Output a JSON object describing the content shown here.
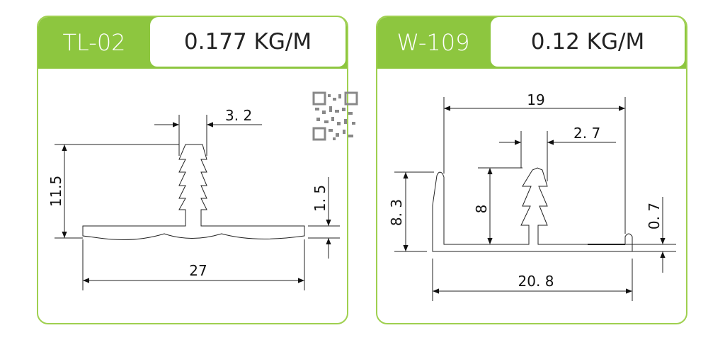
{
  "profiles": [
    {
      "code": "TL-02",
      "weight": "0.177 KG/M",
      "dims": {
        "width": "27",
        "height": "11.5",
        "stem_width": "3. 2",
        "base_thickness": "1. 5"
      }
    },
    {
      "code": "W-109",
      "weight": "0.12 KG/M",
      "dims": {
        "overall_width": "20. 8",
        "inner_width": "19",
        "height": "8. 3",
        "tree_height": "8",
        "tree_width": "2. 7",
        "base_thickness": "0. 7"
      }
    }
  ],
  "colors": {
    "accent": "#8dc63f",
    "border": "#9fd04f"
  }
}
